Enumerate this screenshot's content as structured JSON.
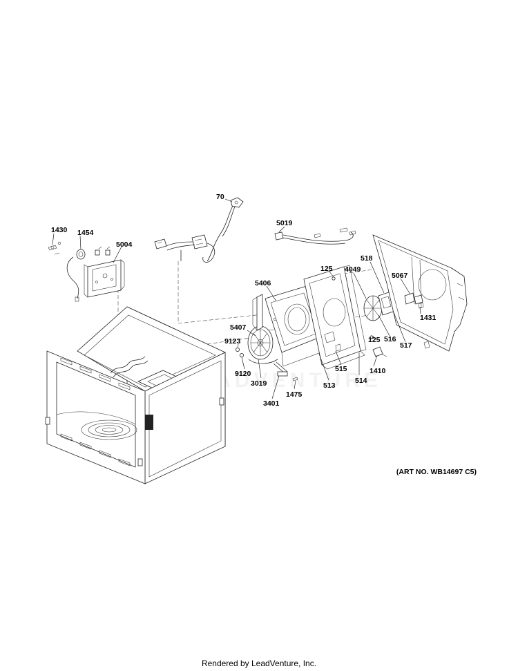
{
  "diagram": {
    "callouts": {
      "p70": "70",
      "p1430": "1430",
      "p1454": "1454",
      "p5004": "5004",
      "p5019": "5019",
      "p125a": "125",
      "p4049": "4049",
      "p518": "518",
      "p5067": "5067",
      "p5406": "5406",
      "p1431": "1431",
      "p5407": "5407",
      "p9123": "9123",
      "p125b": "125",
      "p516": "516",
      "p517": "517",
      "p515": "515",
      "p9120": "9120",
      "p1410": "1410",
      "p3019": "3019",
      "p513": "513",
      "p514": "514",
      "p1475": "1475",
      "p3401": "3401"
    },
    "art_number": "(ART NO. WB14697 C5)",
    "watermark": "LEADVENTURE"
  },
  "footer": {
    "rendered_by": "Rendered by LeadVenture, Inc."
  }
}
